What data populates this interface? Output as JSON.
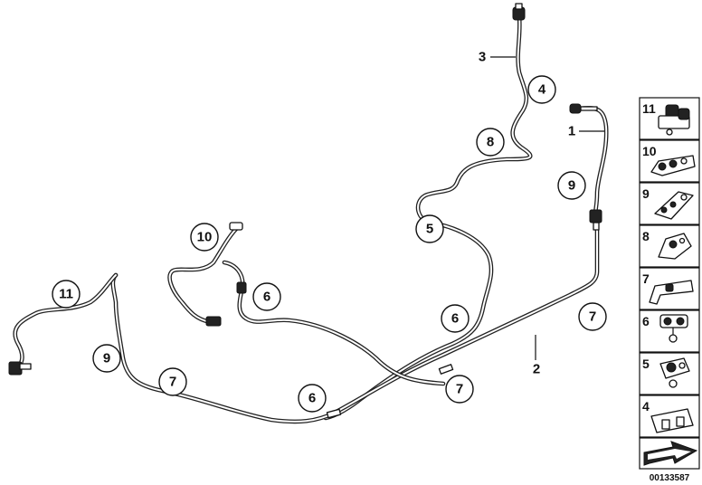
{
  "callouts": [
    {
      "label": "3",
      "style": "plain"
    },
    {
      "label": "4",
      "style": "circle"
    },
    {
      "label": "1",
      "style": "plain"
    },
    {
      "label": "8",
      "style": "circle"
    },
    {
      "label": "9",
      "style": "circle"
    },
    {
      "label": "10",
      "style": "circle"
    },
    {
      "label": "5",
      "style": "circle"
    },
    {
      "label": "11",
      "style": "circle"
    },
    {
      "label": "6",
      "style": "circle"
    },
    {
      "label": "6",
      "style": "circle"
    },
    {
      "label": "7",
      "style": "circle"
    },
    {
      "label": "9",
      "style": "circle"
    },
    {
      "label": "2",
      "style": "plain"
    },
    {
      "label": "7",
      "style": "circle"
    },
    {
      "label": "7",
      "style": "circle"
    },
    {
      "label": "6",
      "style": "circle"
    }
  ],
  "parts_panel": {
    "items": [
      {
        "label": "11",
        "icon": "double-clip-11-icon"
      },
      {
        "label": "10",
        "icon": "multi-clip-10-icon"
      },
      {
        "label": "9",
        "icon": "holder-9-icon"
      },
      {
        "label": "8",
        "icon": "holder-8-icon"
      },
      {
        "label": "7",
        "icon": "bracket-7-icon"
      },
      {
        "label": "6",
        "icon": "clip-6-icon"
      },
      {
        "label": "5",
        "icon": "clip-5-icon"
      },
      {
        "label": "4",
        "icon": "clip-4-icon"
      }
    ],
    "footer_icon": "arrow-icon"
  },
  "document_number": "00133587"
}
